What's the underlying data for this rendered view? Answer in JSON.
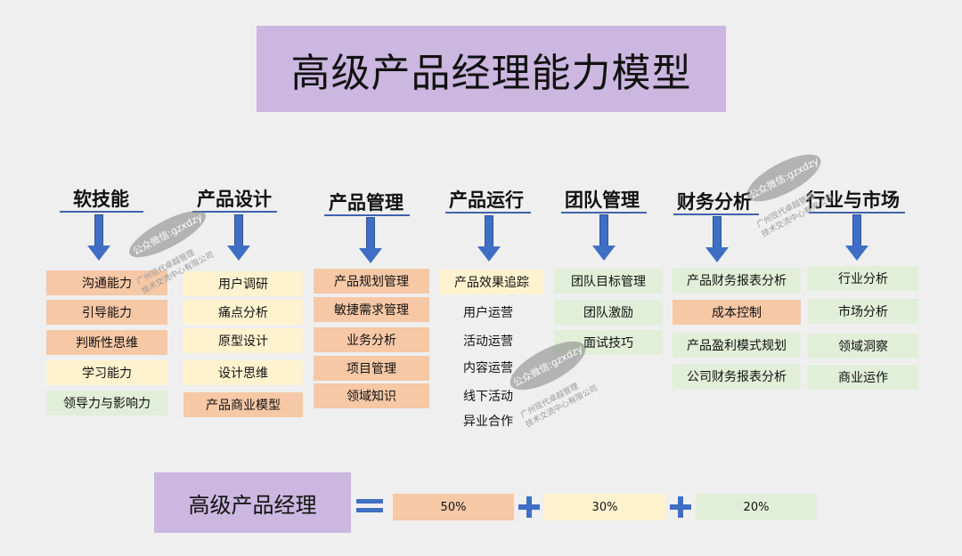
{
  "title": "高级产品经理能力模型",
  "columns": [
    {
      "heading": "软技能",
      "items": [
        "沟通能力",
        "引导能力",
        "判断性思维",
        "学习能力",
        "领导力与影响力"
      ]
    },
    {
      "heading": "产品设计",
      "items": [
        "用户调研",
        "痛点分析",
        "原型设计",
        "设计思维",
        "产品商业模型"
      ]
    },
    {
      "heading": "产品管理",
      "items": [
        "产品规划管理",
        "敏捷需求管理",
        "业务分析",
        "项目管理",
        "领域知识"
      ]
    },
    {
      "heading": "产品运行",
      "items": [
        "产品效果追踪",
        "用户运营",
        "活动运营",
        "内容运营",
        "线下活动",
        "异业合作"
      ]
    },
    {
      "heading": "团队管理",
      "items": [
        "团队目标管理",
        "团队激励",
        "面试技巧"
      ]
    },
    {
      "heading": "财务分析",
      "items": [
        "产品财务报表分析",
        "成本控制",
        "产品盈利模式规划",
        "公司财务报表分析"
      ]
    },
    {
      "heading": "行业与市场",
      "items": [
        "行业分析",
        "市场分析",
        "领域洞察",
        "商业运作"
      ]
    }
  ],
  "formula": {
    "label": "高级产品经理",
    "parts": [
      "50%",
      "30%",
      "20%"
    ]
  },
  "watermark": {
    "text": "公众微信:gzxdzy",
    "sub1": "广州现代卓越管理",
    "sub2": "技术交流中心有限公司"
  },
  "colors": {
    "orange": "#f6c8a6",
    "yellow": "#fff3cf",
    "green": "#e1efd8",
    "purple": "#cbb7e0",
    "arrow": "#3f6fc4"
  }
}
